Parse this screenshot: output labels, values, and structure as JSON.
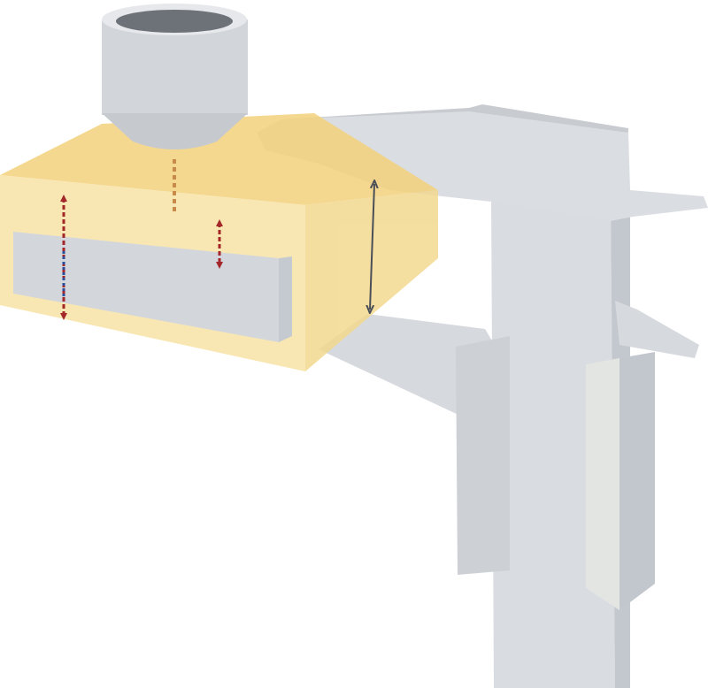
{
  "colors": {
    "background": "#ffffff",
    "box_yellow": "#f6d98a",
    "slab_gray": "#d3d7dc",
    "caliper_gray": "#d9dce0",
    "caliper_shadow": "#bfc4ca",
    "nozzle_gray": "#d2d5d9",
    "arrow_red": "#a3262a",
    "arrow_blue": "#2a4f9a",
    "arrow_orange": "#c98b4a",
    "arrow_dark": "#4a4f57"
  },
  "icons": [
    "nozzle",
    "yellow-coating-box",
    "gray-substrate-slab",
    "caliper",
    "measurement-arrows"
  ]
}
